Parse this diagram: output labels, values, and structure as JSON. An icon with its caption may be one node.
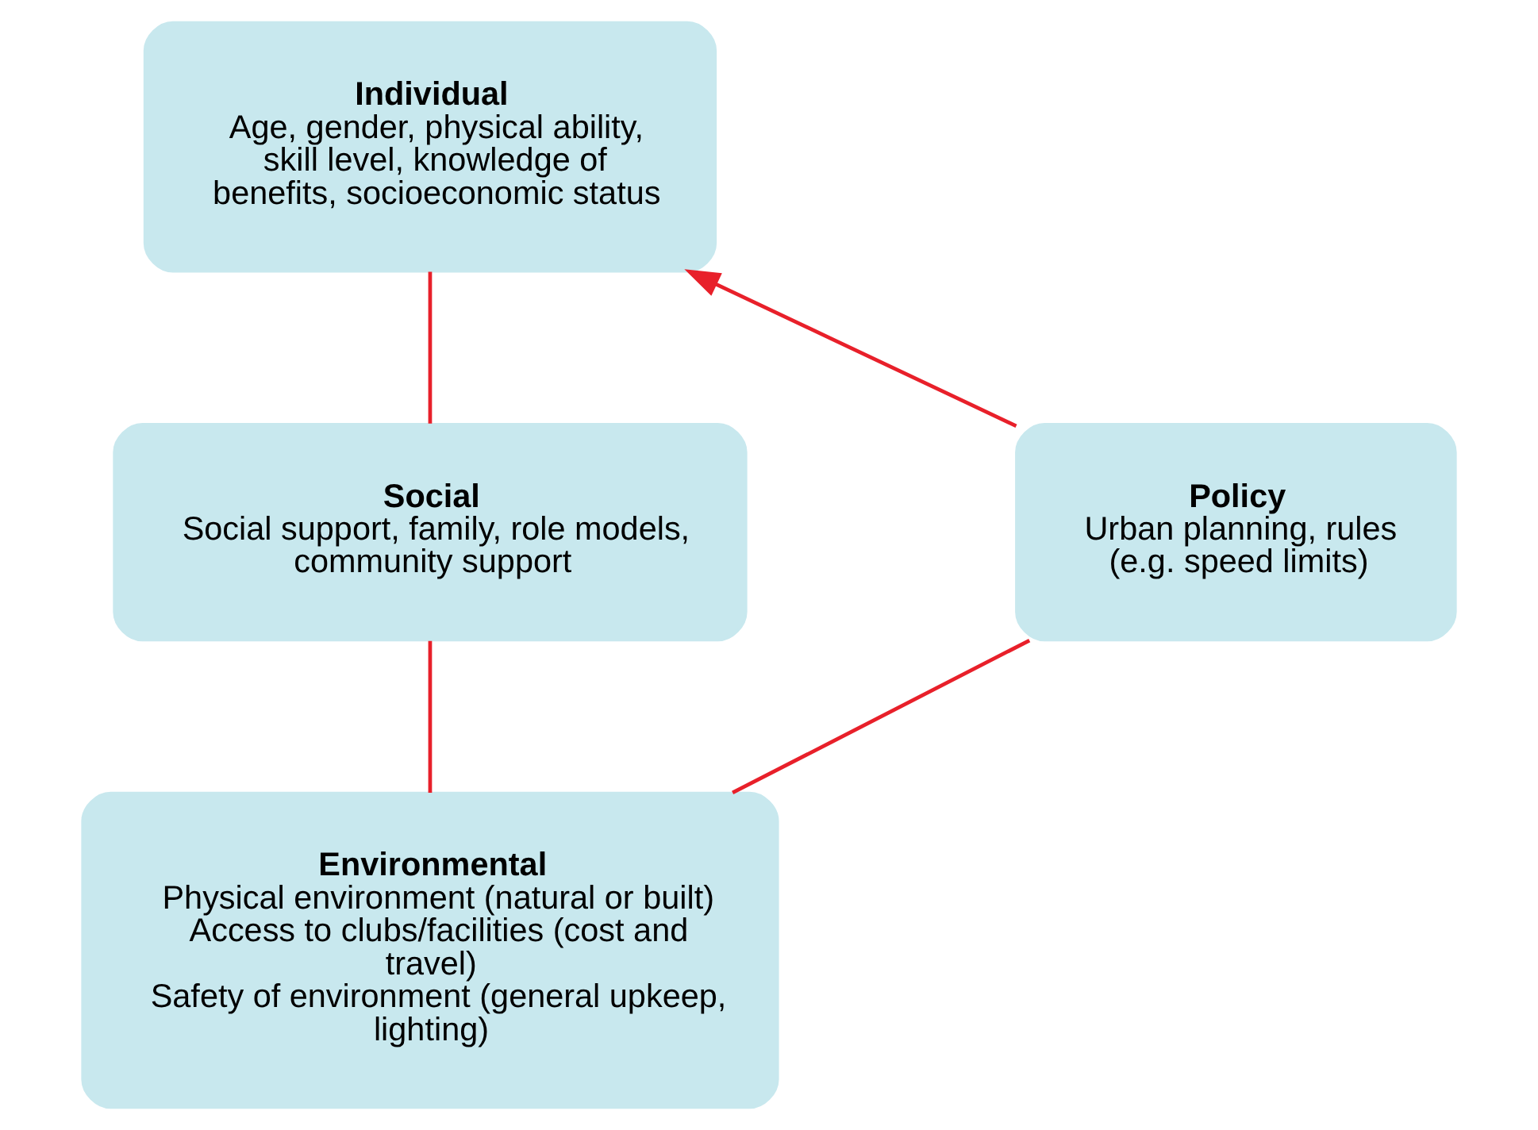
{
  "diagram": {
    "nodes": [
      {
        "text": [
          "Individual",
          "Age, gender, physical ability, skill level, knowledge of benefits, socioeconomic status"
        ]
      },
      {
        "text": [
          "Social",
          "Social support, family, role models, community support"
        ]
      },
      {
        "text": [
          "Environmental",
          "Physical environment (natural or built)",
          "Access to clubs/facilities (cost and travel)",
          "Safety of environment (general upkeep, lighting)"
        ]
      },
      {
        "text": [
          "Policy",
          "Urban planning, rules (e.g. speed limits)"
        ]
      }
    ],
    "edges": [
      {
        "from": 0,
        "to": 1,
        "arrow": "none"
      },
      {
        "from": 1,
        "to": 2,
        "arrow": "none"
      },
      {
        "from": 2,
        "to": 3,
        "arrow": "none"
      },
      {
        "from": 3,
        "to": 0,
        "arrow": "to"
      }
    ]
  }
}
